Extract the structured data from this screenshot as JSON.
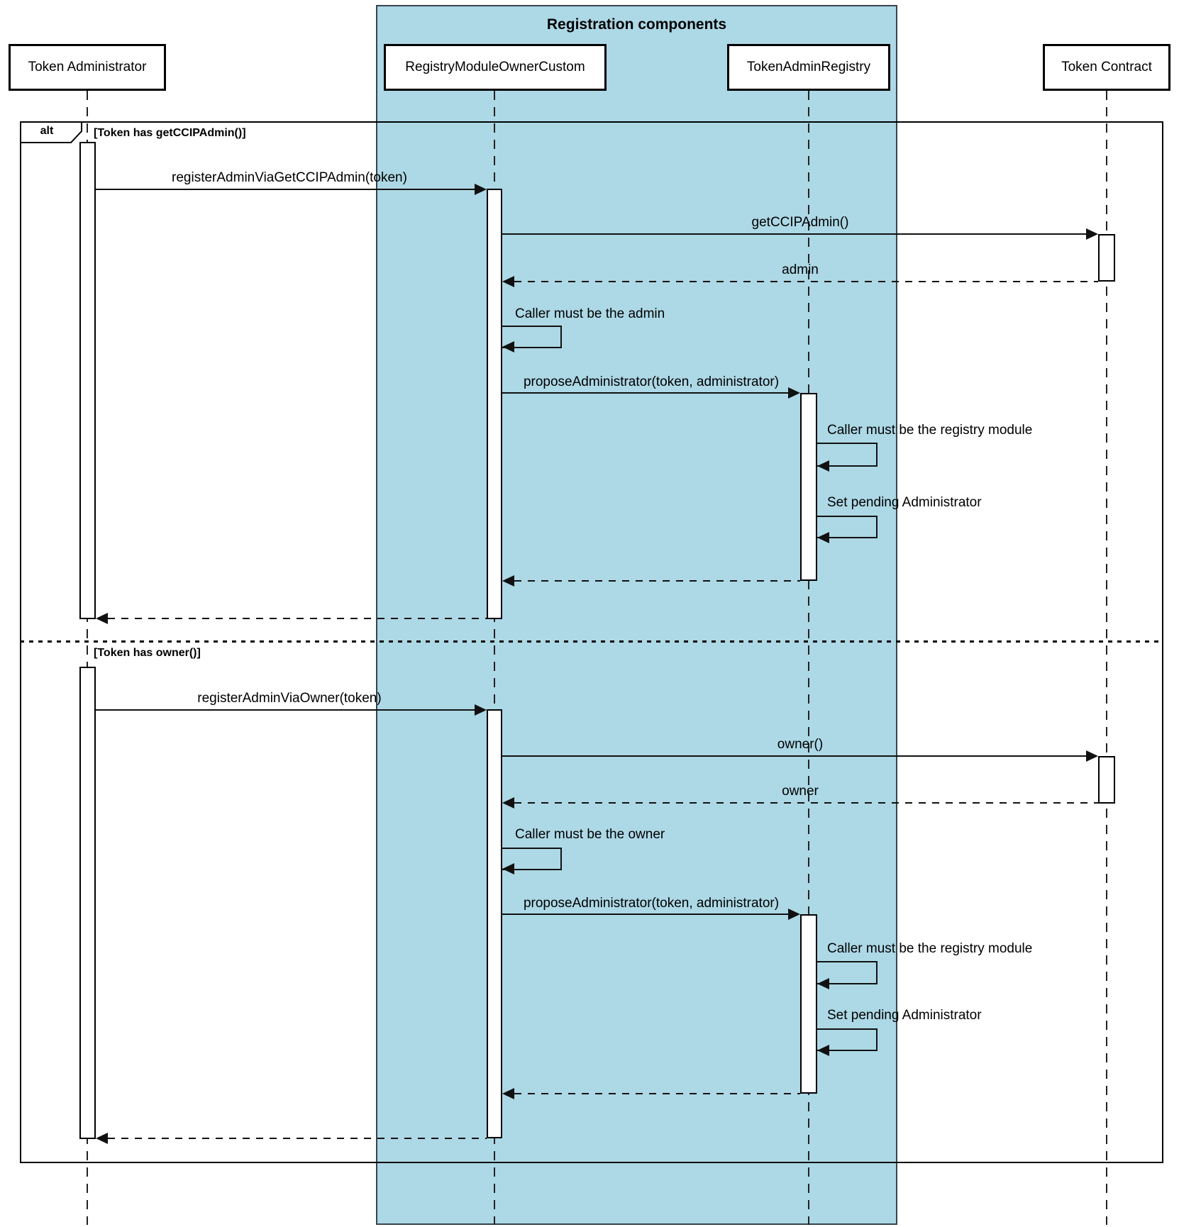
{
  "colors": {
    "highlight_fill": "#ADD8E6",
    "highlight_border": "#38444b",
    "line": "#111111"
  },
  "title": "Registration components",
  "participants": [
    {
      "label": "Token Administrator"
    },
    {
      "label": "RegistryModuleOwnerCustom"
    },
    {
      "label": "TokenAdminRegistry"
    },
    {
      "label": "Token Contract"
    }
  ],
  "alt_frame": {
    "operator": "alt",
    "guards": [
      "[Token has getCCIPAdmin()]",
      "[Token has owner()]"
    ]
  },
  "messages": {
    "s1_register": "registerAdminViaGetCCIPAdmin(token)",
    "s1_get_ccip_admin": "getCCIPAdmin()",
    "s1_admin_return": "admin",
    "s1_caller_admin": "Caller must be the admin",
    "s1_propose": "proposeAdministrator(token, administrator)",
    "s1_caller_registry": "Caller must be the registry module",
    "s1_set_pending": "Set pending Administrator",
    "s2_register": "registerAdminViaOwner(token)",
    "s2_owner_call": "owner()",
    "s2_owner_return": "owner",
    "s2_caller_owner": "Caller must be the owner",
    "s2_propose": "proposeAdministrator(token, administrator)",
    "s2_caller_registry": "Caller must be the registry module",
    "s2_set_pending": "Set pending Administrator"
  }
}
